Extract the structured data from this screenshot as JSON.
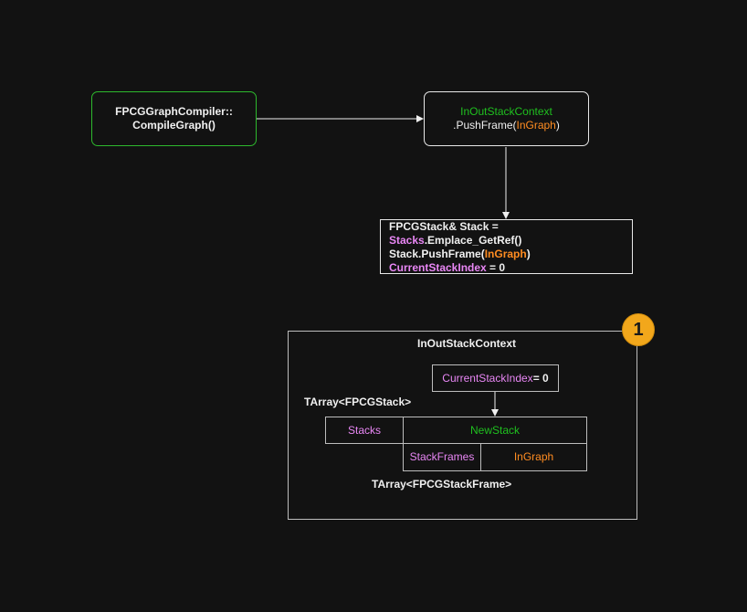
{
  "compile_node": {
    "line1": "FPCGGraphCompiler::",
    "line2": "CompileGraph()"
  },
  "pushframe_node": {
    "line1": "InOutStackContext",
    "line2_prefix": ".PushFrame(",
    "line2_arg": "InGraph",
    "line2_suffix": ")"
  },
  "code_node": {
    "l1_a": "FPCGStack& Stack = ",
    "l1_b": "Stacks",
    "l1_c": ".Emplace_GetRef()",
    "l2_a": "Stack.PushFrame(",
    "l2_b": "InGraph",
    "l2_c": ")",
    "l3_a": "CurrentStackIndex",
    "l3_b": " = 0"
  },
  "context_box": {
    "title": "InOutStackContext",
    "index_name": "CurrentStackIndex",
    "index_value": " = 0",
    "stack_array_label": "TArray<FPCGStack>",
    "stacks_label": "Stacks",
    "new_stack_label": "NewStack",
    "stack_frames_label": "StackFrames",
    "in_graph_label": "InGraph",
    "frame_array_label": "TArray<FPCGStackFrame>",
    "badge": "1"
  },
  "colors": {
    "background": "#121212",
    "green": "#1fc01f",
    "orange": "#ff8c21",
    "pink": "#e987f5",
    "badge": "#f2a71b"
  }
}
